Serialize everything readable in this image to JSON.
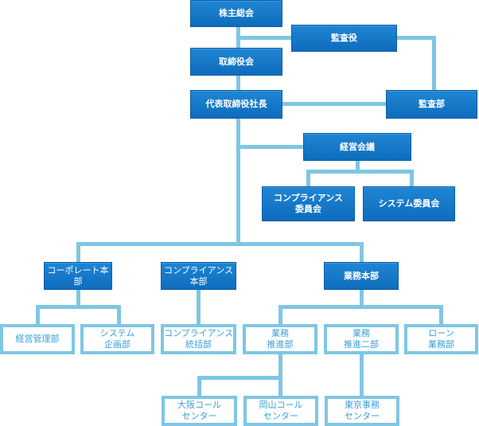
{
  "chart_data": {
    "type": "org-chart",
    "title": "",
    "nodes": [
      {
        "id": "shareholders",
        "label": "株主総会",
        "style": "primary"
      },
      {
        "id": "auditors",
        "label": "監査役",
        "style": "primary"
      },
      {
        "id": "board",
        "label": "取締役会",
        "style": "primary"
      },
      {
        "id": "president",
        "label": "代表取締役社長",
        "style": "primary"
      },
      {
        "id": "audit_dept",
        "label": "監査部",
        "style": "primary"
      },
      {
        "id": "mgmt_council",
        "label": "経営会議",
        "style": "primary"
      },
      {
        "id": "compliance_committee",
        "label": "コンプライアンス\n委員会",
        "style": "primary"
      },
      {
        "id": "system_committee",
        "label": "システム委員会",
        "style": "primary"
      },
      {
        "id": "corporate_hq",
        "label": "コーポレート本部",
        "style": "primary"
      },
      {
        "id": "compliance_hq",
        "label": "コンプライアンス\n本部",
        "style": "primary"
      },
      {
        "id": "business_hq",
        "label": "業務本部",
        "style": "primary"
      },
      {
        "id": "mgmt_admin",
        "label": "経営管理部",
        "style": "secondary"
      },
      {
        "id": "system_planning",
        "label": "システム\n企画部",
        "style": "secondary"
      },
      {
        "id": "compliance_control",
        "label": "コンプライアンス\n統括部",
        "style": "secondary"
      },
      {
        "id": "business_promo1",
        "label": "業務\n推進部",
        "style": "secondary"
      },
      {
        "id": "business_promo2",
        "label": "業務\n推進二部",
        "style": "secondary"
      },
      {
        "id": "loan_ops",
        "label": "ローン\n業務部",
        "style": "secondary"
      },
      {
        "id": "osaka_call",
        "label": "大阪コール\nセンター",
        "style": "secondary"
      },
      {
        "id": "okayama_call",
        "label": "岡山コール\nセンター",
        "style": "secondary"
      },
      {
        "id": "tokyo_office",
        "label": "東京事務\nセンター",
        "style": "secondary"
      }
    ],
    "edges": [
      [
        "shareholders",
        "board"
      ],
      [
        "shareholders",
        "auditors"
      ],
      [
        "board",
        "president"
      ],
      [
        "auditors",
        "audit_dept"
      ],
      [
        "president",
        "audit_dept"
      ],
      [
        "president",
        "mgmt_council"
      ],
      [
        "mgmt_council",
        "compliance_committee"
      ],
      [
        "mgmt_council",
        "system_committee"
      ],
      [
        "president",
        "corporate_hq"
      ],
      [
        "president",
        "compliance_hq"
      ],
      [
        "president",
        "business_hq"
      ],
      [
        "corporate_hq",
        "mgmt_admin"
      ],
      [
        "corporate_hq",
        "system_planning"
      ],
      [
        "compliance_hq",
        "compliance_control"
      ],
      [
        "business_hq",
        "business_promo1"
      ],
      [
        "business_hq",
        "business_promo2"
      ],
      [
        "business_hq",
        "loan_ops"
      ],
      [
        "business_promo1",
        "osaka_call"
      ],
      [
        "business_promo1",
        "okayama_call"
      ],
      [
        "business_promo2",
        "tokyo_office"
      ]
    ]
  },
  "colors": {
    "primary_box": "#1a7dcc",
    "secondary_text": "#3a9fd6",
    "connector": "#7fc6e4"
  }
}
